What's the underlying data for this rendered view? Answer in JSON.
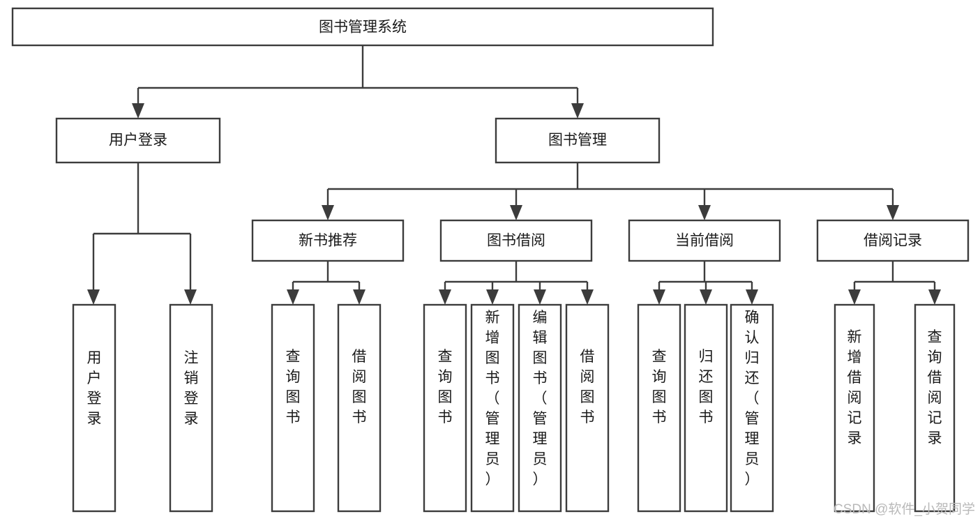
{
  "diagram": {
    "type": "tree",
    "title": "图书管理系统",
    "orientation": "top-down",
    "colors": {
      "box_stroke": "#3c3c3c",
      "box_fill": "#ffffff",
      "connector": "#3c3c3c",
      "text": "#1a1a1a",
      "watermark": "#b9b9b9",
      "background": "#ffffff"
    },
    "nodes": {
      "root": {
        "label": "图书管理系统",
        "level": 1
      },
      "level2": [
        {
          "id": "user-login",
          "label": "用户登录"
        },
        {
          "id": "book-manage",
          "label": "图书管理"
        }
      ],
      "level3": [
        {
          "id": "new-book-recommend",
          "label": "新书推荐"
        },
        {
          "id": "book-borrow",
          "label": "图书借阅"
        },
        {
          "id": "current-borrow",
          "label": "当前借阅"
        },
        {
          "id": "borrow-record",
          "label": "借阅记录"
        }
      ],
      "leaves": {
        "user-login": [
          {
            "id": "leaf-user-login",
            "label": "用户登录"
          },
          {
            "id": "leaf-user-logout",
            "label": "注销登录"
          }
        ],
        "new-book-recommend": [
          {
            "id": "leaf-query-book-1",
            "label": "查询图书"
          },
          {
            "id": "leaf-borrow-book-1",
            "label": "借阅图书"
          }
        ],
        "book-borrow": [
          {
            "id": "leaf-query-book-2",
            "label": "查询图书"
          },
          {
            "id": "leaf-add-book",
            "label": "新增图书（管理员）"
          },
          {
            "id": "leaf-edit-book",
            "label": "编辑图书（管理员）"
          },
          {
            "id": "leaf-borrow-book-2",
            "label": "借阅图书"
          }
        ],
        "current-borrow": [
          {
            "id": "leaf-query-book-3",
            "label": "查询图书"
          },
          {
            "id": "leaf-return-book",
            "label": "归还图书"
          },
          {
            "id": "leaf-confirm-return",
            "label": "确认归还（管理员）"
          }
        ],
        "borrow-record": [
          {
            "id": "leaf-add-record",
            "label": "新增借阅记录"
          },
          {
            "id": "leaf-query-record",
            "label": "查询借阅记录"
          }
        ]
      }
    }
  },
  "watermark": {
    "label": "CSDN @软件_小贺同学"
  }
}
